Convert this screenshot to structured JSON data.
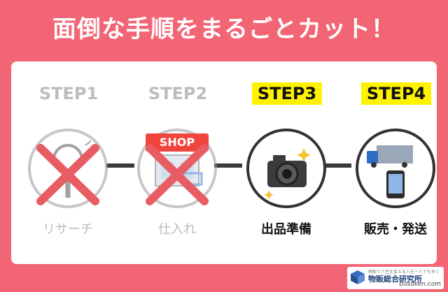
{
  "headline": "面倒な手順をまるごとカット！",
  "steps": [
    {
      "label": "STEP1",
      "caption": "リサーチ",
      "icon": "magnifier-icon",
      "crossed": true
    },
    {
      "label": "STEP2",
      "caption": "仕入れ",
      "icon": "shop-icon",
      "badge": "SHOP",
      "crossed": true
    },
    {
      "label": "STEP3",
      "caption": "出品準備",
      "icon": "camera-icon",
      "crossed": false
    },
    {
      "label": "STEP4",
      "caption": "販売・発送",
      "icon": "truck-phone-icon",
      "crossed": false
    }
  ],
  "logo": {
    "tagline": "物販で人生を変える人を一人でも多く",
    "name": "物販総合研究所",
    "url": "busoken.com"
  },
  "colors": {
    "background": "#f26574",
    "highlight": "#fff200",
    "cross": "#e85c63",
    "shop_badge": "#f0453f"
  }
}
